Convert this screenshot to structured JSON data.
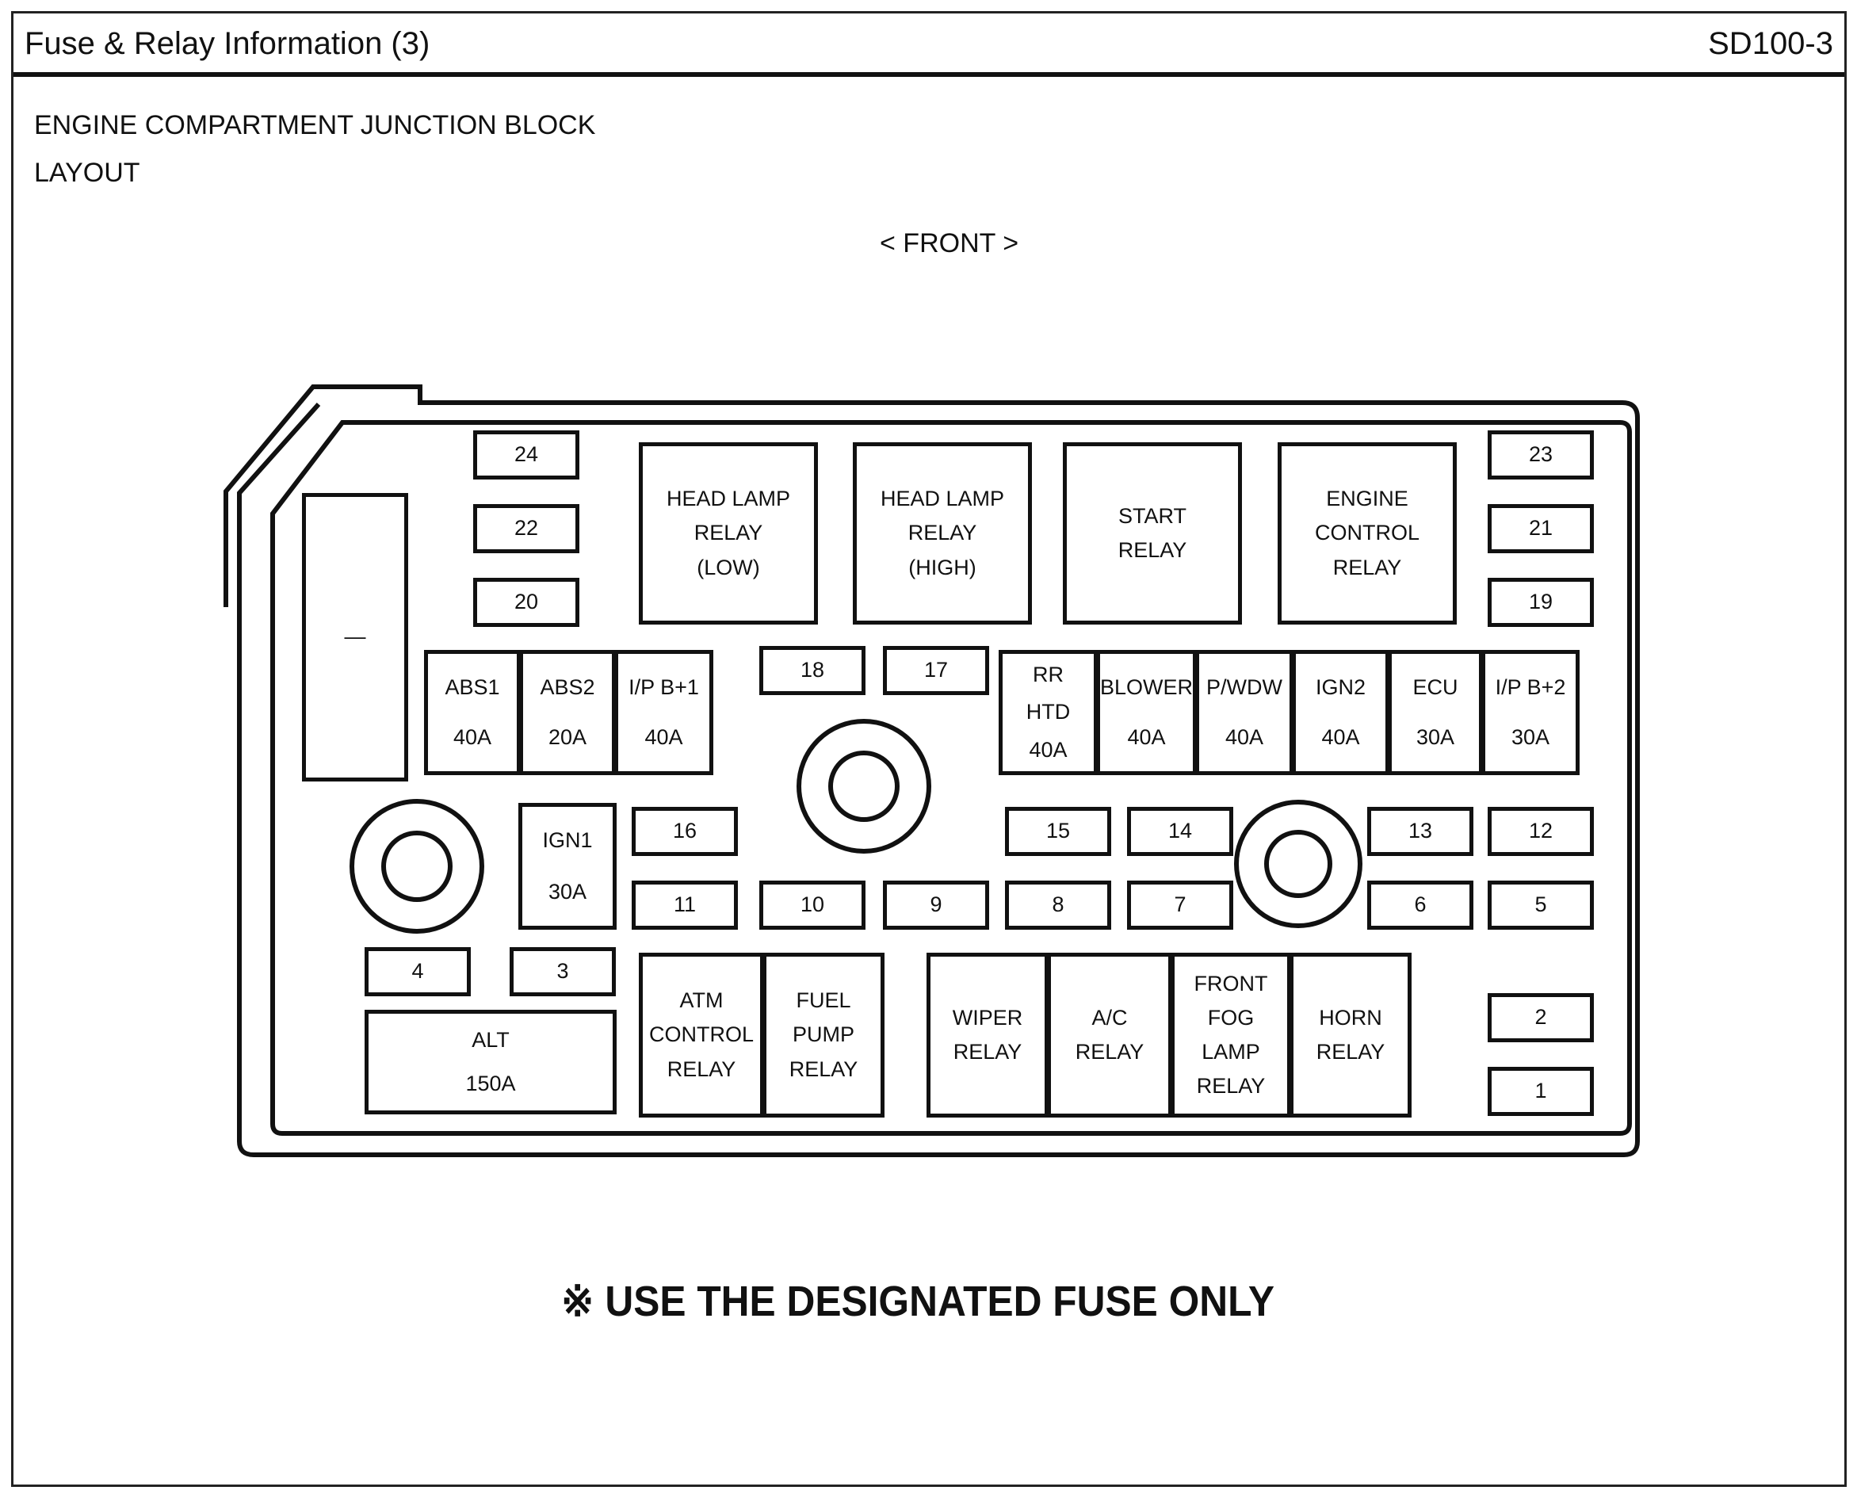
{
  "header": {
    "title": "Fuse & Relay Information (3)",
    "code": "SD100-3"
  },
  "heading": {
    "line1": "ENGINE COMPARTMENT JUNCTION BLOCK",
    "line2": "LAYOUT"
  },
  "orientation_label": "< FRONT >",
  "notice": "※ USE THE DESIGNATED FUSE ONLY",
  "blank_slot_label": "—",
  "relays": [
    {
      "name": "head-lamp-relay-low",
      "lines": [
        "HEAD LAMP",
        "RELAY",
        "(LOW)"
      ]
    },
    {
      "name": "head-lamp-relay-high",
      "lines": [
        "HEAD LAMP",
        "RELAY",
        "(HIGH)"
      ]
    },
    {
      "name": "start-relay",
      "lines": [
        "START",
        "RELAY"
      ]
    },
    {
      "name": "engine-control-relay",
      "lines": [
        "ENGINE",
        "CONTROL",
        "RELAY"
      ]
    },
    {
      "name": "atm-control-relay",
      "lines": [
        "ATM",
        "CONTROL",
        "RELAY"
      ]
    },
    {
      "name": "fuel-pump-relay",
      "lines": [
        "FUEL",
        "PUMP",
        "RELAY"
      ]
    },
    {
      "name": "wiper-relay",
      "lines": [
        "WIPER",
        "RELAY"
      ]
    },
    {
      "name": "ac-relay",
      "lines": [
        "A/C",
        "RELAY"
      ]
    },
    {
      "name": "front-fog-lamp-relay",
      "lines": [
        "FRONT",
        "FOG",
        "LAMP",
        "RELAY"
      ]
    },
    {
      "name": "horn-relay",
      "lines": [
        "HORN",
        "RELAY"
      ]
    }
  ],
  "fusible_links": [
    {
      "name": "abs1",
      "lines": [
        "ABS1",
        "40A"
      ]
    },
    {
      "name": "abs2",
      "lines": [
        "ABS2",
        "20A"
      ]
    },
    {
      "name": "ip-b-plus-1",
      "lines": [
        "I/P B+1",
        "40A"
      ]
    },
    {
      "name": "rr-htd",
      "lines": [
        "RR",
        "HTD",
        "40A"
      ]
    },
    {
      "name": "blower",
      "lines": [
        "BLOWER",
        "40A"
      ]
    },
    {
      "name": "p-wdw",
      "lines": [
        "P/WDW",
        "40A"
      ]
    },
    {
      "name": "ign2",
      "lines": [
        "IGN2",
        "40A"
      ]
    },
    {
      "name": "ecu",
      "lines": [
        "ECU",
        "30A"
      ]
    },
    {
      "name": "ip-b-plus-2",
      "lines": [
        "I/P B+2",
        "30A"
      ]
    },
    {
      "name": "ign1",
      "lines": [
        "IGN1",
        "30A"
      ]
    },
    {
      "name": "alt",
      "lines": [
        "ALT",
        "150A"
      ]
    }
  ],
  "fuses": [
    "24",
    "22",
    "20",
    "23",
    "21",
    "19",
    "18",
    "17",
    "16",
    "15",
    "14",
    "13",
    "12",
    "11",
    "10",
    "9",
    "8",
    "7",
    "6",
    "5",
    "4",
    "3",
    "2",
    "1"
  ]
}
